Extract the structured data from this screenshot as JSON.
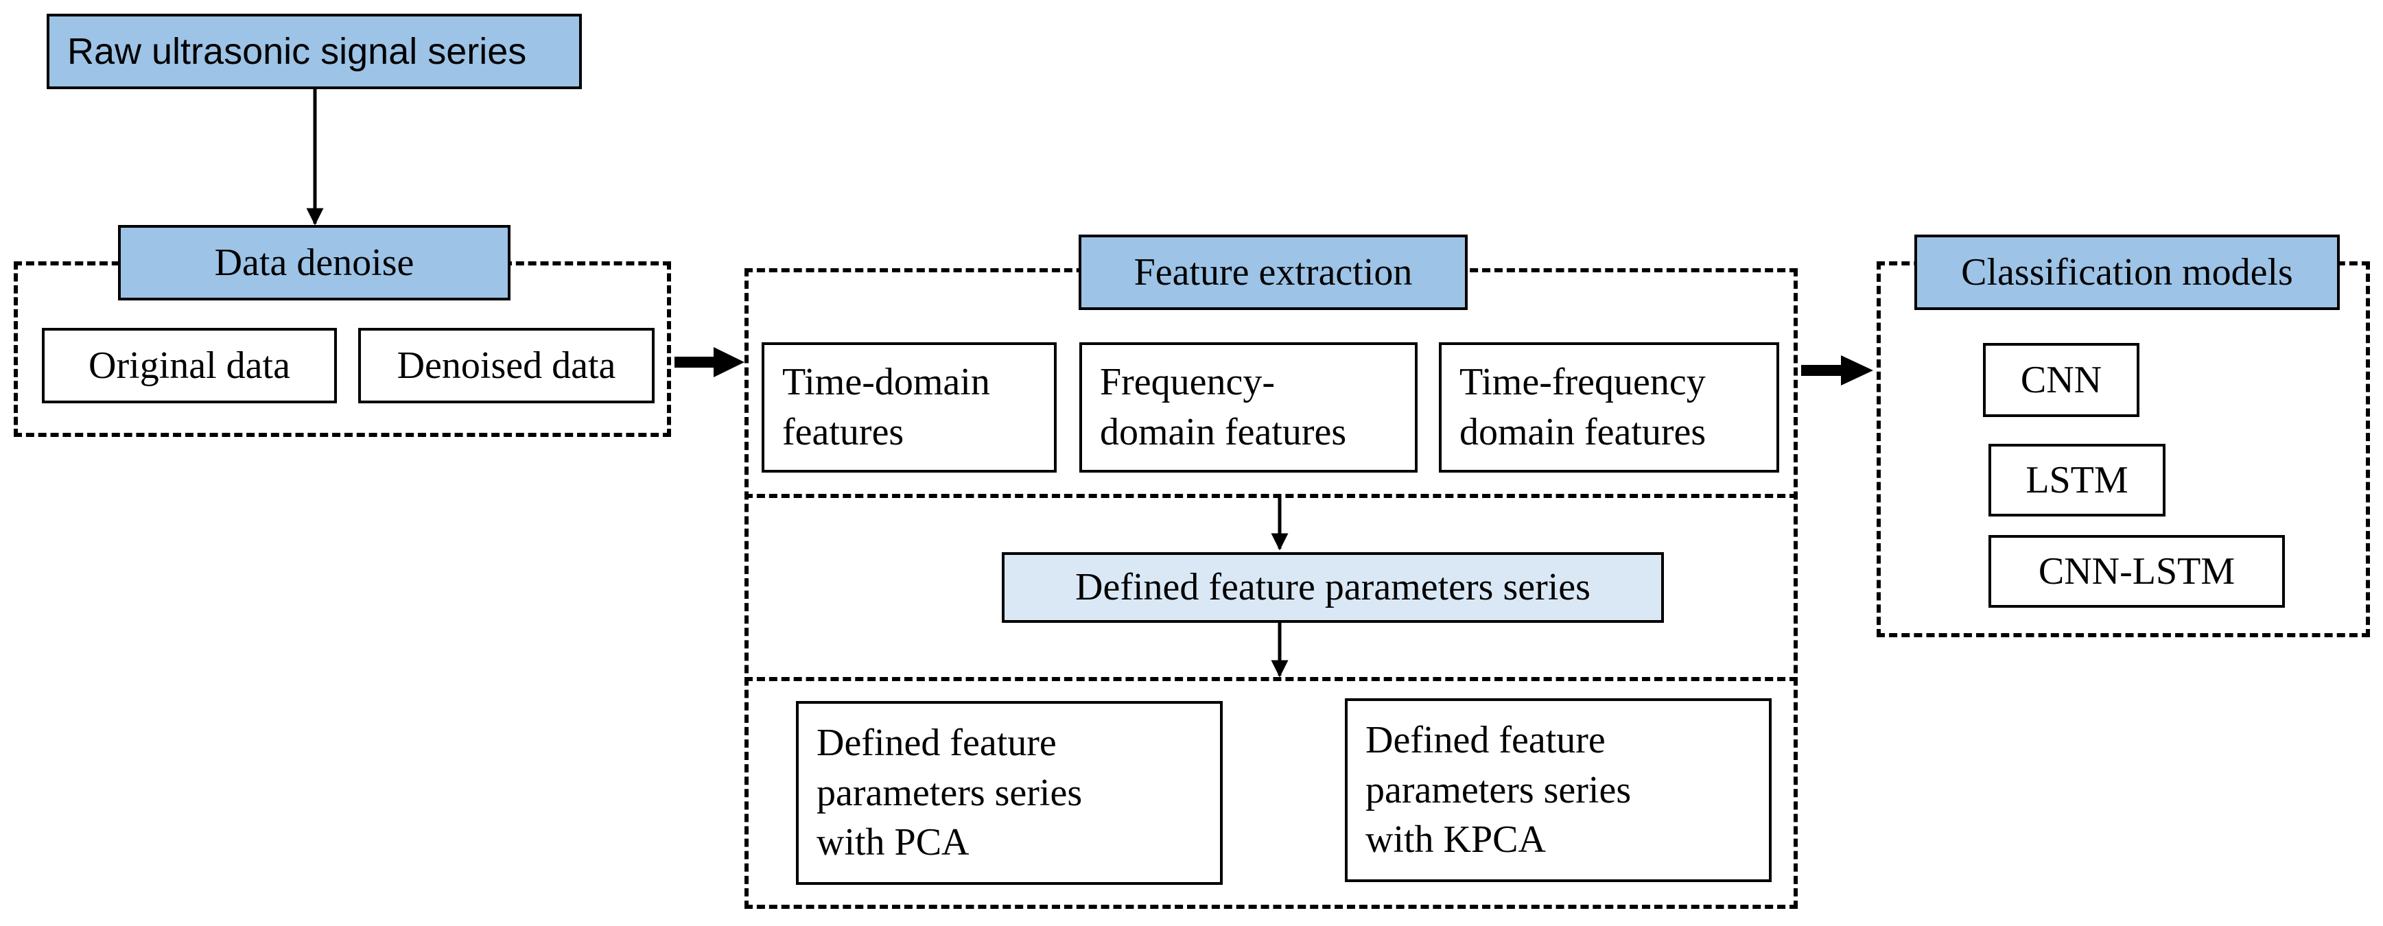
{
  "title_box": {
    "label": "Raw ultrasonic signal series"
  },
  "denoise": {
    "header": "Data denoise",
    "items": [
      "Original data",
      "Denoised data"
    ]
  },
  "feature_extraction": {
    "header": "Feature extraction",
    "items": [
      "Time-domain\nfeatures",
      "Frequency-\ndomain features",
      "Time-frequency\ndomain features"
    ],
    "defined_series": "Defined feature parameters series",
    "reduced": [
      "Defined feature\nparameters series\nwith PCA",
      "Defined feature\nparameters series\nwith KPCA"
    ]
  },
  "classification": {
    "header": "Classification models",
    "models": [
      "CNN",
      "LSTM",
      "CNN-LSTM"
    ]
  },
  "colors": {
    "header_blue": "#9dc3e6",
    "light_blue": "#dae8f5",
    "line": "#000000"
  }
}
